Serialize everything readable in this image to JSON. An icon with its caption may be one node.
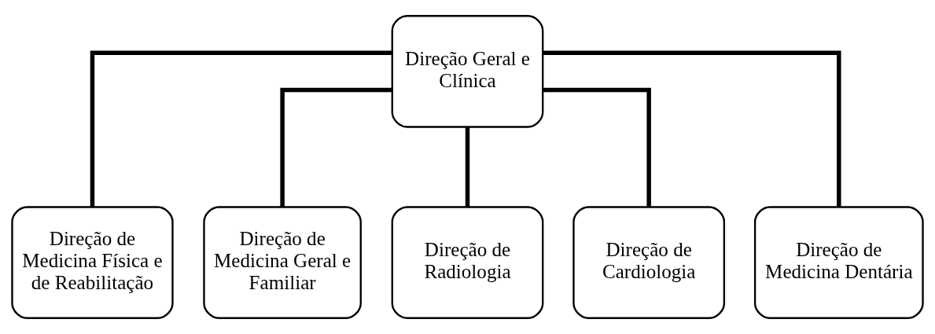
{
  "diagram": {
    "nodes": [
      {
        "text": [
          "Direção Geral e Clínica"
        ]
      },
      {
        "text": [
          "Direção de Medicina Física e de Reabilitação"
        ]
      },
      {
        "text": [
          "Direção de Medicina Geral e Familiar"
        ]
      },
      {
        "text": [
          "Direção de Radiologia"
        ]
      },
      {
        "text": [
          "Direção de Cardiologia"
        ]
      },
      {
        "text": [
          "Direção de Medicina Dentária"
        ]
      }
    ],
    "edges": [
      {
        "from": 0,
        "to": 1,
        "arrow": "none"
      },
      {
        "from": 0,
        "to": 2,
        "arrow": "none"
      },
      {
        "from": 0,
        "to": 3,
        "arrow": "none"
      },
      {
        "from": 0,
        "to": 4,
        "arrow": "none"
      },
      {
        "from": 0,
        "to": 5,
        "arrow": "none"
      }
    ]
  }
}
